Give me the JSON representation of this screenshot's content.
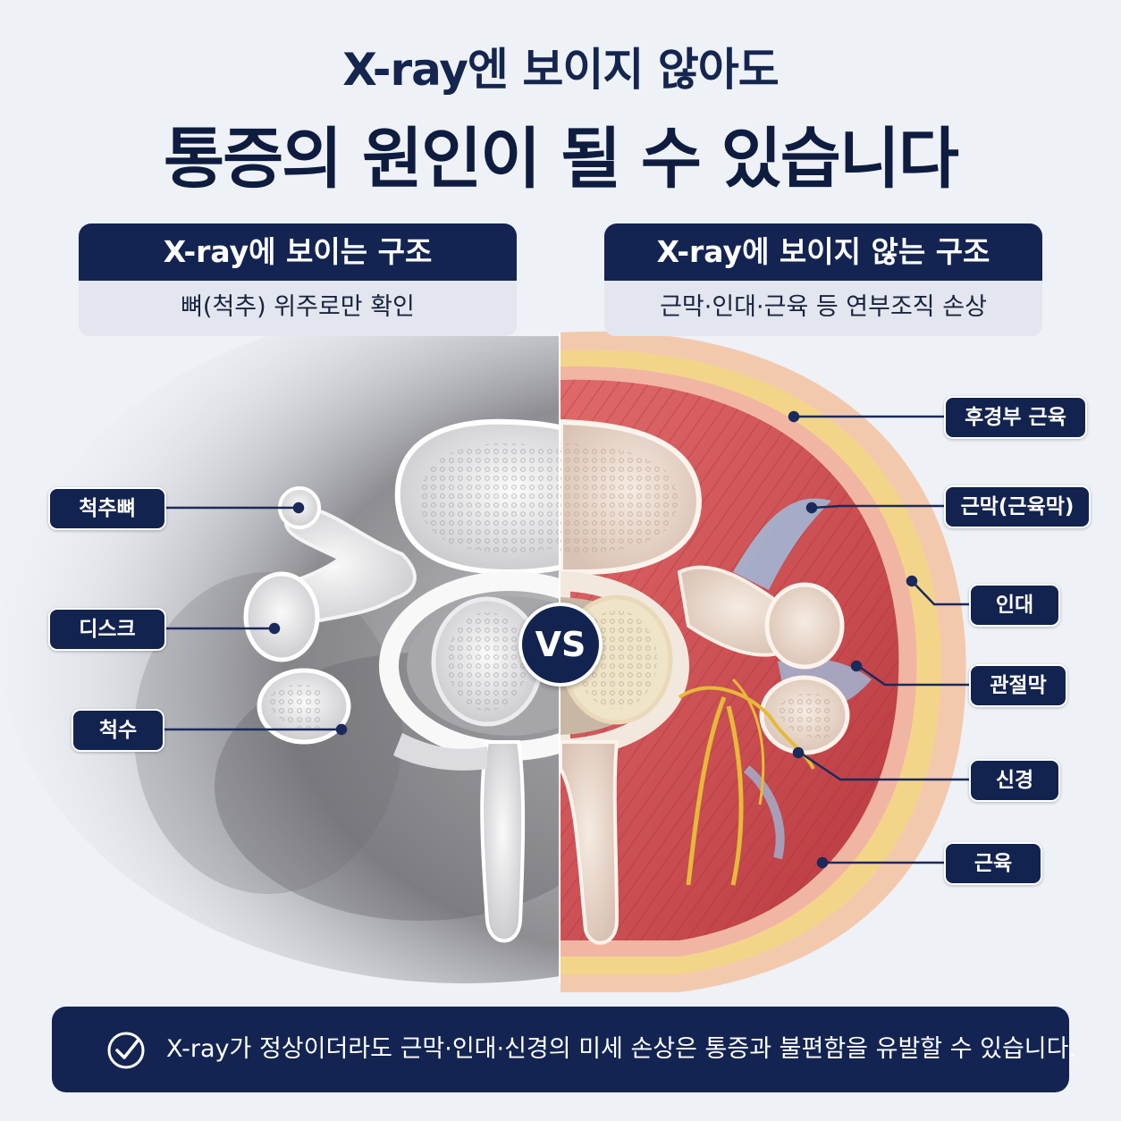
{
  "title": {
    "line1": "X-ray엔 보이지 않아도",
    "line2": "통증의 원인이 될 수 있습니다"
  },
  "left_panel": {
    "heading": "X-ray에 보이는 구조",
    "subheading": "뼈(척추) 위주로만 확인",
    "labels": {
      "vertebra": "척추뼈",
      "disc": "디스크",
      "spinal_cord": "척수"
    }
  },
  "right_panel": {
    "heading": "X-ray에 보이지 않는 구조",
    "subheading": "근막·인대·근육 등 연부조직 손상",
    "labels": {
      "neck_muscle": "후경부 근육",
      "fascia": "근막(근육막)",
      "ligament": "인대",
      "joint_capsule": "관절막",
      "nerve": "신경",
      "muscle": "근육"
    }
  },
  "vs_badge": "VS",
  "footer": {
    "text": "X-ray가 정상이더라도 근막·인대·신경의 미세 손상은 통증과 불편함을 유발할 수 있습니다.",
    "icon": "check-circle-icon"
  },
  "colors": {
    "navy": "#142452",
    "muscle_red": "#c9454a",
    "fat_yellow": "#f3d58a",
    "nerve_yellow": "#e6b93a",
    "fascia_blue": "#9cc3e4"
  }
}
